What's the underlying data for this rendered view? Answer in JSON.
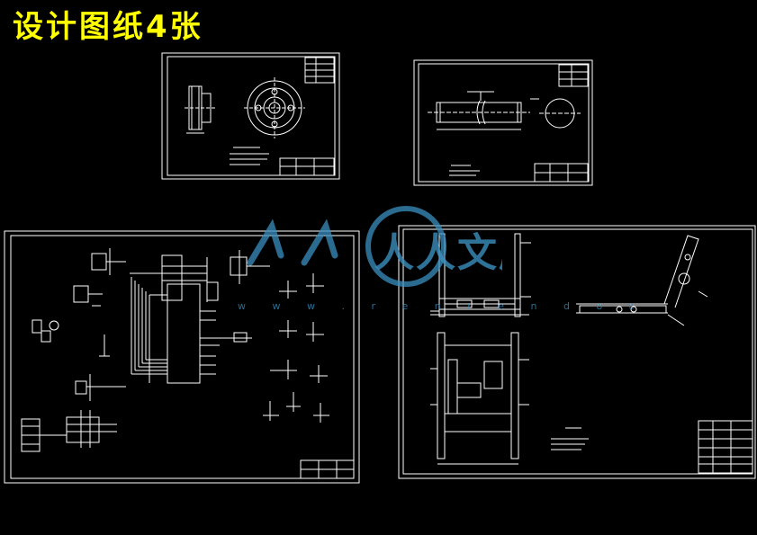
{
  "title": "设计图纸4张",
  "watermark": {
    "brand": "人人文库",
    "url": "w w w . r e n r e n d o c"
  },
  "colors": {
    "title": "#ffff00",
    "line": "#ffffff",
    "background": "#000000",
    "watermark": "#3a8fbf"
  }
}
